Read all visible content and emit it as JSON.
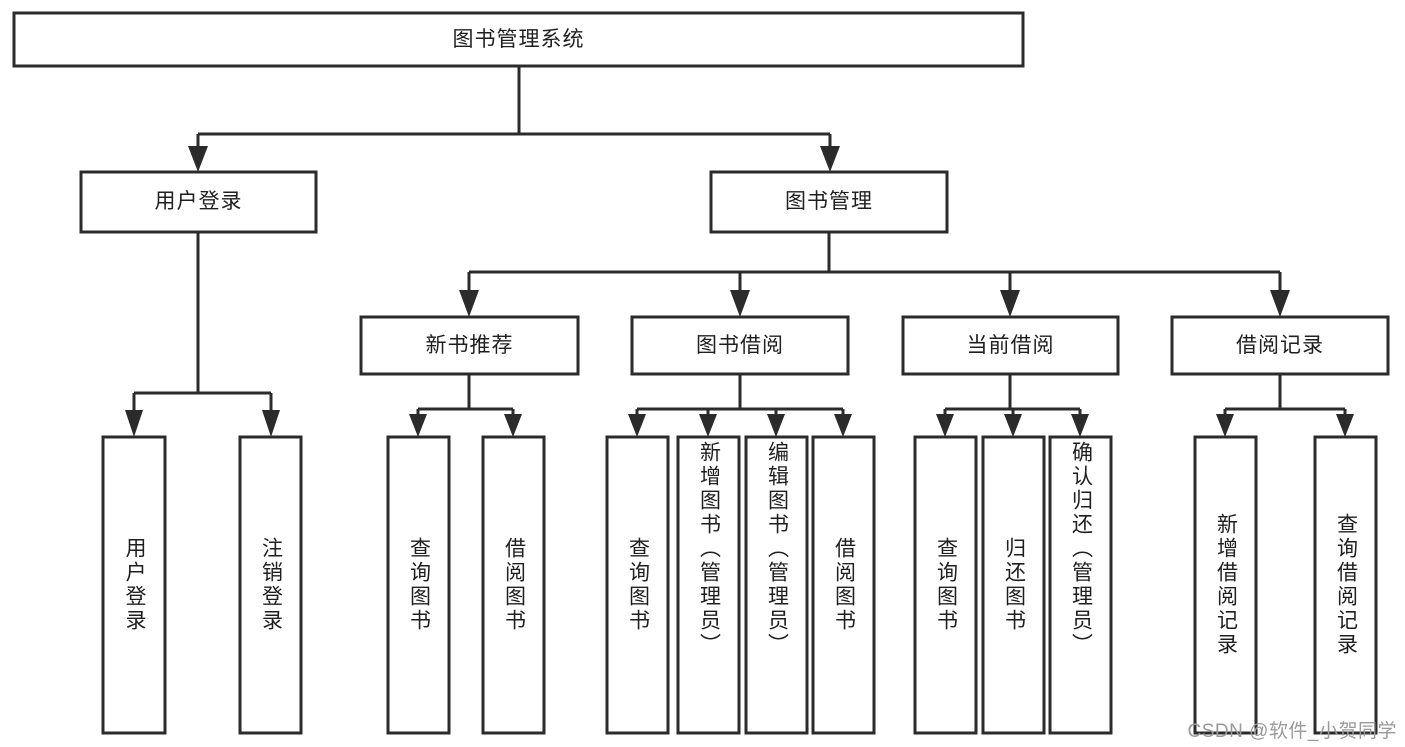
{
  "diagram": {
    "type": "tree-hierarchy-diagram",
    "title": "图书管理系统",
    "watermark": "CSDN @软件_小贺同学",
    "colors": {
      "box_stroke": "#2b2b2b",
      "box_fill": "#ffffff",
      "text": "#1f1f1f",
      "background": "#ffffff",
      "watermark": "#9a9a9a"
    },
    "levels": {
      "root": {
        "label": "图书管理系统"
      },
      "level2": [
        {
          "label": "用户登录"
        },
        {
          "label": "图书管理"
        }
      ],
      "level3": [
        {
          "label": "新书推荐"
        },
        {
          "label": "图书借阅"
        },
        {
          "label": "当前借阅"
        },
        {
          "label": "借阅记录"
        }
      ],
      "leaves": {
        "user_login": [
          {
            "label": "用户登录"
          },
          {
            "label": "注销登录"
          }
        ],
        "new_book_recommend": [
          {
            "label": "查询图书"
          },
          {
            "label": "借阅图书"
          }
        ],
        "book_borrow": [
          {
            "label": "查询图书"
          },
          {
            "label": "新增图书（管理员）"
          },
          {
            "label": "编辑图书（管理员）"
          },
          {
            "label": "借阅图书"
          }
        ],
        "current_borrow": [
          {
            "label": "查询图书"
          },
          {
            "label": "归还图书"
          },
          {
            "label": "确认归还（管理员）"
          }
        ],
        "borrow_record": [
          {
            "label": "新增借阅记录"
          },
          {
            "label": "查询借阅记录"
          }
        ]
      }
    }
  }
}
